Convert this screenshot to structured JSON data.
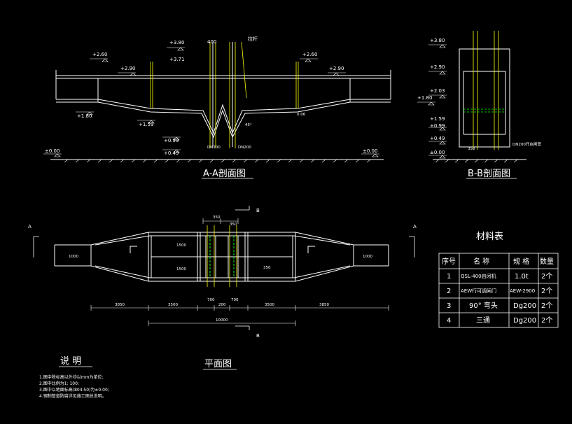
{
  "section_aa": {
    "title": "A-A剖面图",
    "elevations": [
      "+2.60",
      "+2.90",
      "+3.80",
      "+3.71",
      "+1.80",
      "+1.59",
      "+0.99",
      "+0.49",
      "±0.00",
      "+2.60",
      "+2.90",
      "±0.00"
    ],
    "dim_400": "400",
    "label_pole": "拉杆",
    "pipe_left": "DN200",
    "pipe_right": "DN200",
    "slope": "0.06",
    "angle": "45°"
  },
  "section_bb": {
    "title": "B-B剖面图",
    "elevations": [
      "+3.80",
      "+2.90",
      "+2.03",
      "+1.80",
      "+1.59",
      "+0.99",
      "+0.49",
      "±0.00"
    ],
    "pipe_note": "DN200开启闸管",
    "dim_350": "350"
  },
  "plan": {
    "title": "平面图",
    "marker_a_left": "A",
    "marker_a_right": "A",
    "marker_b_top": "B",
    "marker_b_bottom": "B",
    "dims_top": [
      "350",
      "350"
    ],
    "dims_bottom": [
      "3850",
      "3500",
      "700",
      "200",
      "700",
      "3500",
      "3850"
    ],
    "total": "10000",
    "side_dims": [
      "1000",
      "1500",
      "1500",
      "1000",
      "350"
    ]
  },
  "materials": {
    "title": "材料表",
    "headers": [
      "序号",
      "名 称",
      "规 格",
      "数量"
    ],
    "rows": [
      [
        "1",
        "QSL-400启闭机",
        "1.0t",
        "2个"
      ],
      [
        "2",
        "AEW行可调闸门",
        "AEW-2900",
        "2个"
      ],
      [
        "3",
        "90° 弯头",
        "Dg200",
        "2个"
      ],
      [
        "4",
        "三通",
        "Dg200",
        "2个"
      ]
    ]
  },
  "notes": {
    "title": "说  明",
    "lines": [
      "1.图中除标高以外均以mm为单位;",
      "2.图中比例为1: 100;",
      "3.图中以地面标高(804.50)为±0.00;",
      "4.钢制管道防腐详见施工图总说明。"
    ]
  },
  "colors": {
    "background": "#000000",
    "lines": "#ffffff",
    "rebar": "#ffff00",
    "water_pipe": "#00ff00",
    "text": "#ffffff"
  }
}
